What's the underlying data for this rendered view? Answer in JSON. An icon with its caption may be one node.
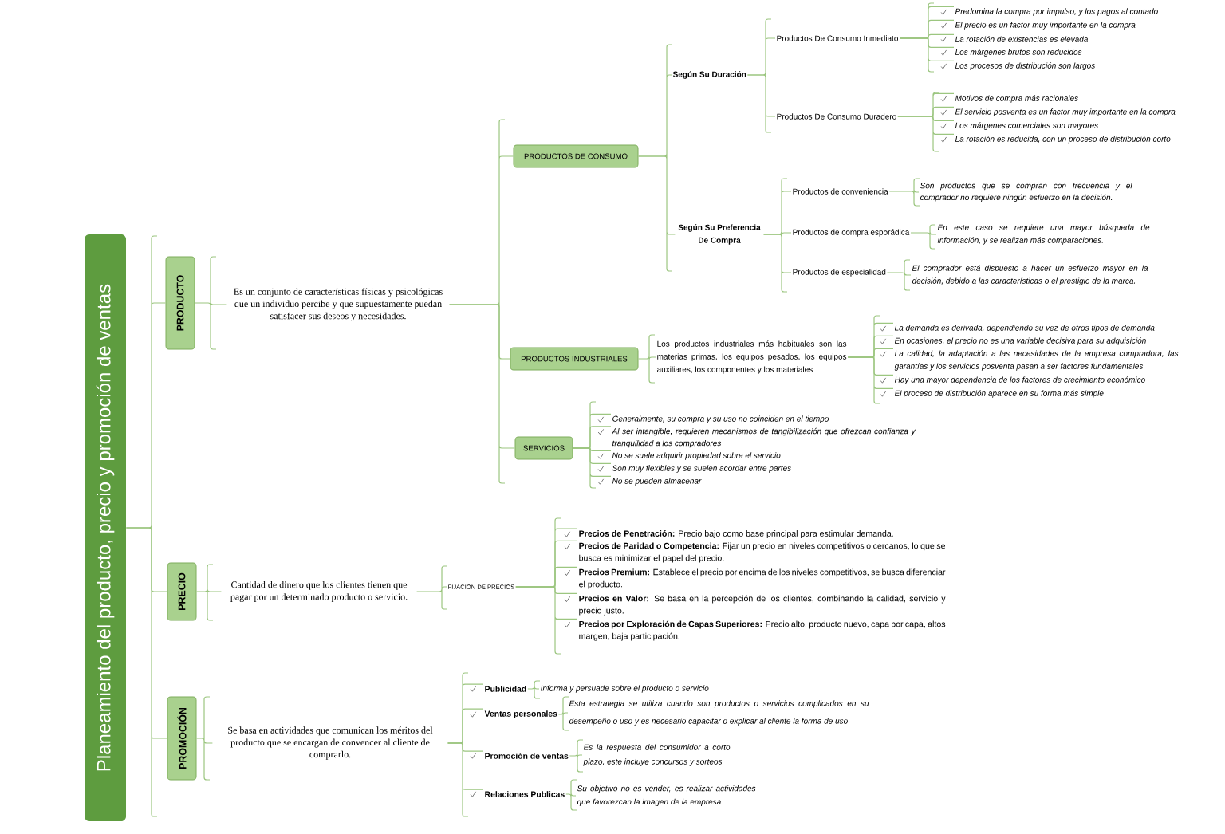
{
  "diagram": {
    "nodes": [
      {
        "text": [
          "Planeamiento del producto, precio y promoción de ventas"
        ]
      },
      {
        "text": [
          "PRODUCTO"
        ]
      },
      {
        "text": [
          "Es un conjunto de características físicas y psicológicas que un individuo percibe y que supuestamente puedan satisfacer sus deseos y necesidades."
        ]
      },
      {
        "text": [
          "PRODUCTOS DE CONSUMO"
        ]
      },
      {
        "text": [
          "Según Su Duración"
        ]
      },
      {
        "text": [
          "Productos De Consumo Inmediato"
        ]
      },
      {
        "text": [
          "Predomina la compra por impulso, y los pagos al contado"
        ]
      },
      {
        "text": [
          "El precio es un factor muy importante en la compra"
        ]
      },
      {
        "text": [
          "La rotación de existencias es elevada"
        ]
      },
      {
        "text": [
          "Los márgenes brutos son reducidos"
        ]
      },
      {
        "text": [
          "Los procesos de distribución son largos"
        ]
      },
      {
        "text": [
          "Productos De Consumo Duradero"
        ]
      },
      {
        "text": [
          "Motivos de compra más racionales"
        ]
      },
      {
        "text": [
          "El servicio posventa es un factor muy importante en la compra"
        ]
      },
      {
        "text": [
          "Los márgenes comerciales son mayores"
        ]
      },
      {
        "text": [
          "La rotación es reducida, con un proceso de distribución corto"
        ]
      },
      {
        "text": [
          "Según Su Preferencia De Compra"
        ]
      },
      {
        "text": [
          "Productos de conveniencia"
        ]
      },
      {
        "text": [
          "Son productos que se compran con frecuencia y el comprador no requiere ningún esfuerzo en la decisión."
        ]
      },
      {
        "text": [
          "Productos de compra esporádica"
        ]
      },
      {
        "text": [
          "En este caso se requiere una mayor búsqueda de información, y se realizan más comparaciones."
        ]
      },
      {
        "text": [
          "Productos de especialidad"
        ]
      },
      {
        "text": [
          "El comprador está dispuesto a hacer un esfuerzo mayor en la decisión, debido a las características o el prestigio de la marca."
        ]
      },
      {
        "text": [
          "PRODUCTOS INDUSTRIALES"
        ]
      },
      {
        "text": [
          "Los productos industriales más habituales son las materias primas, los equipos pesados, los equipos auxiliares, los componentes y los materiales"
        ]
      },
      {
        "text": [
          "La demanda es derivada, dependiendo su vez de otros tipos de demanda"
        ]
      },
      {
        "text": [
          "En ocasiones, el precio no es una variable decisiva para su adquisición"
        ]
      },
      {
        "text": [
          "La calidad, la adaptación a las necesidades de la empresa compradora, las garantías y los servicios posventa pasan a ser factores fundamentales"
        ]
      },
      {
        "text": [
          "Hay una mayor dependencia de los factores de crecimiento económico"
        ]
      },
      {
        "text": [
          "El proceso de distribución aparece en su forma más simple"
        ]
      },
      {
        "text": [
          "SERVICIOS"
        ]
      },
      {
        "text": [
          "Generalmente, su compra y su uso no coinciden en el tiempo"
        ]
      },
      {
        "text": [
          "Al ser intangible, requieren mecanismos de tangibilización que ofrezcan confianza y tranquilidad a los compradores"
        ]
      },
      {
        "text": [
          "No se suele adquirir propiedad sobre el servicio"
        ]
      },
      {
        "text": [
          "Son muy flexibles y se suelen acordar entre partes"
        ]
      },
      {
        "text": [
          "No se pueden almacenar"
        ]
      },
      {
        "text": [
          "PRECIO"
        ]
      },
      {
        "text": [
          "Cantidad de dinero que los clientes tienen que pagar por un determinado producto o servicio."
        ]
      },
      {
        "text": [
          "FIJACION DE PRECIOS"
        ]
      },
      {
        "text": [
          "**Precios de Penetración:** Precio bajo como base principal para estimular demanda."
        ]
      },
      {
        "text": [
          "**Precios de Paridad o Competencia:** Fijar un precio en niveles competitivos o cercanos, lo que se busca es minimizar el papel del precio."
        ]
      },
      {
        "text": [
          "**Precios Premium:** Establece el precio por encima de los niveles competitivos, se busca diferenciar el producto."
        ]
      },
      {
        "text": [
          "**Precios en Valor:** Se basa en la percepción de los clientes, combinando la calidad, servicio y precio justo."
        ]
      },
      {
        "text": [
          "**Precios por Exploración de Capas Superiores:** Precio alto, producto nuevo, capa por capa, altos margen, baja participación."
        ]
      },
      {
        "text": [
          "PROMOCIÓN"
        ]
      },
      {
        "text": [
          "Se basa en actividades que comunican los méritos del producto que se encargan de convencer al cliente de comprarlo."
        ]
      },
      {
        "text": [
          "Publicidad"
        ]
      },
      {
        "text": [
          "Informa y persuade sobre el producto o servicio"
        ]
      },
      {
        "text": [
          "Ventas personales"
        ]
      },
      {
        "text": [
          "Esta estrategia se utiliza cuando son productos o servicios complicados en su desempeño o uso y es necesario capacitar o explicar al cliente la forma de uso"
        ]
      },
      {
        "text": [
          "Promoción de ventas"
        ]
      },
      {
        "text": [
          "Es la respuesta del consumidor a corto plazo, este incluye concursos y sorteos"
        ]
      },
      {
        "text": [
          "Relaciones Publicas"
        ]
      },
      {
        "text": [
          "Su objetivo no es vender, es realizar actividades que favorezcan la imagen de la empresa"
        ]
      }
    ],
    "edges": [
      {
        "from": 0,
        "to": 1,
        "arrow": "none"
      },
      {
        "from": 0,
        "to": 36,
        "arrow": "none"
      },
      {
        "from": 0,
        "to": 44,
        "arrow": "none"
      },
      {
        "from": 1,
        "to": 2,
        "arrow": "none"
      },
      {
        "from": 2,
        "to": 3,
        "arrow": "none"
      },
      {
        "from": 2,
        "to": 23,
        "arrow": "none"
      },
      {
        "from": 2,
        "to": 30,
        "arrow": "none"
      },
      {
        "from": 3,
        "to": 4,
        "arrow": "none"
      },
      {
        "from": 3,
        "to": 16,
        "arrow": "none"
      },
      {
        "from": 4,
        "to": 5,
        "arrow": "none"
      },
      {
        "from": 4,
        "to": 11,
        "arrow": "none"
      },
      {
        "from": 5,
        "to": 6,
        "arrow": "none"
      },
      {
        "from": 5,
        "to": 7,
        "arrow": "none"
      },
      {
        "from": 5,
        "to": 8,
        "arrow": "none"
      },
      {
        "from": 5,
        "to": 9,
        "arrow": "none"
      },
      {
        "from": 5,
        "to": 10,
        "arrow": "none"
      },
      {
        "from": 11,
        "to": 12,
        "arrow": "none"
      },
      {
        "from": 11,
        "to": 13,
        "arrow": "none"
      },
      {
        "from": 11,
        "to": 14,
        "arrow": "none"
      },
      {
        "from": 11,
        "to": 15,
        "arrow": "none"
      },
      {
        "from": 16,
        "to": 17,
        "arrow": "none"
      },
      {
        "from": 16,
        "to": 19,
        "arrow": "none"
      },
      {
        "from": 16,
        "to": 21,
        "arrow": "none"
      },
      {
        "from": 17,
        "to": 18,
        "arrow": "none"
      },
      {
        "from": 19,
        "to": 20,
        "arrow": "none"
      },
      {
        "from": 21,
        "to": 22,
        "arrow": "none"
      },
      {
        "from": 23,
        "to": 24,
        "arrow": "none"
      },
      {
        "from": 24,
        "to": 25,
        "arrow": "none"
      },
      {
        "from": 24,
        "to": 26,
        "arrow": "none"
      },
      {
        "from": 24,
        "to": 27,
        "arrow": "none"
      },
      {
        "from": 24,
        "to": 28,
        "arrow": "none"
      },
      {
        "from": 24,
        "to": 29,
        "arrow": "none"
      },
      {
        "from": 30,
        "to": 31,
        "arrow": "none"
      },
      {
        "from": 30,
        "to": 32,
        "arrow": "none"
      },
      {
        "from": 30,
        "to": 33,
        "arrow": "none"
      },
      {
        "from": 30,
        "to": 34,
        "arrow": "none"
      },
      {
        "from": 30,
        "to": 35,
        "arrow": "none"
      },
      {
        "from": 36,
        "to": 37,
        "arrow": "none"
      },
      {
        "from": 37,
        "to": 38,
        "arrow": "none"
      },
      {
        "from": 38,
        "to": 39,
        "arrow": "none"
      },
      {
        "from": 38,
        "to": 40,
        "arrow": "none"
      },
      {
        "from": 38,
        "to": 41,
        "arrow": "none"
      },
      {
        "from": 38,
        "to": 42,
        "arrow": "none"
      },
      {
        "from": 38,
        "to": 43,
        "arrow": "none"
      },
      {
        "from": 44,
        "to": 45,
        "arrow": "none"
      },
      {
        "from": 45,
        "to": 46,
        "arrow": "none"
      },
      {
        "from": 45,
        "to": 48,
        "arrow": "none"
      },
      {
        "from": 45,
        "to": 50,
        "arrow": "none"
      },
      {
        "from": 45,
        "to": 52,
        "arrow": "none"
      },
      {
        "from": 46,
        "to": 47,
        "arrow": "none"
      },
      {
        "from": 48,
        "to": 49,
        "arrow": "none"
      },
      {
        "from": 50,
        "to": 51,
        "arrow": "none"
      },
      {
        "from": 52,
        "to": 53,
        "arrow": "none"
      }
    ]
  }
}
